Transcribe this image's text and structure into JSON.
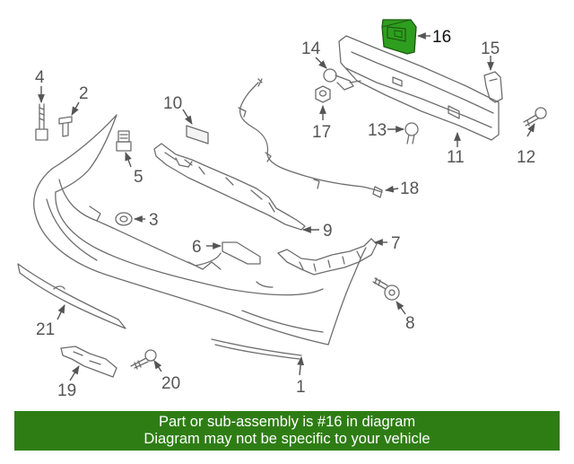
{
  "callouts": {
    "c1": "1",
    "c2": "2",
    "c3": "3",
    "c4": "4",
    "c5": "5",
    "c6": "6",
    "c7": "7",
    "c8": "8",
    "c9": "9",
    "c10": "10",
    "c11": "11",
    "c12": "12",
    "c13": "13",
    "c14": "14",
    "c15": "15",
    "c16": "16",
    "c17": "17",
    "c18": "18",
    "c19": "19",
    "c20": "20",
    "c21": "21"
  },
  "highlight": {
    "part": "16",
    "color": "#2e9e1e"
  },
  "banner": {
    "line1": "Part or sub-assembly is #16 in diagram",
    "line2": "Diagram may not be specific to your vehicle",
    "background": "#2e7d14",
    "text_color": "#ffffff"
  }
}
